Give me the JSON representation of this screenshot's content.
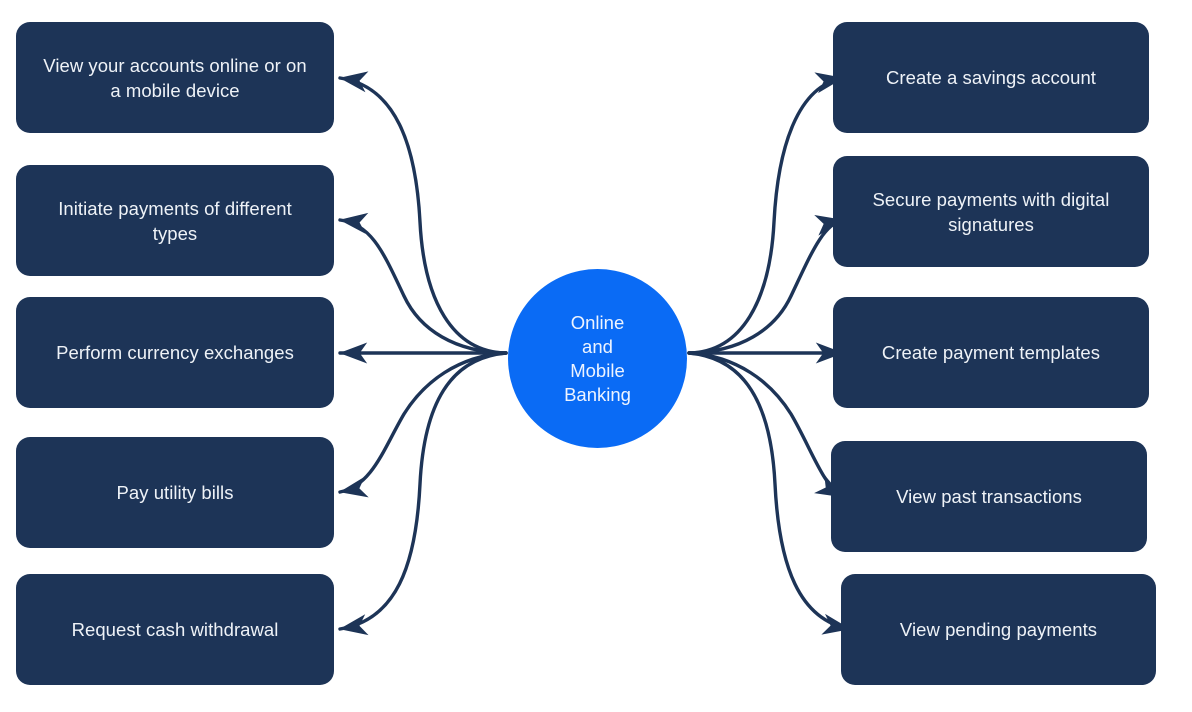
{
  "diagram": {
    "type": "hub-and-spoke",
    "title": "Online and Mobile Banking capabilities",
    "colors": {
      "node_fill": "#1d3457",
      "node_text": "#eef2f7",
      "hub_fill": "#0a6bf5",
      "hub_text": "#eef4ff",
      "edge": "#1d3457",
      "background": "#ffffff"
    },
    "hub": {
      "label": "Online\nand\nMobile\nBanking"
    },
    "left_nodes": [
      {
        "label": "View your accounts online or on a mobile device"
      },
      {
        "label": "Initiate payments of different types"
      },
      {
        "label": "Perform currency exchanges"
      },
      {
        "label": "Pay utility bills"
      },
      {
        "label": "Request cash withdrawal"
      }
    ],
    "right_nodes": [
      {
        "label": "Create a savings account"
      },
      {
        "label": "Secure payments with digital signatures"
      },
      {
        "label": "Create payment templates"
      },
      {
        "label": "View past transactions"
      },
      {
        "label": "View pending payments"
      }
    ]
  }
}
